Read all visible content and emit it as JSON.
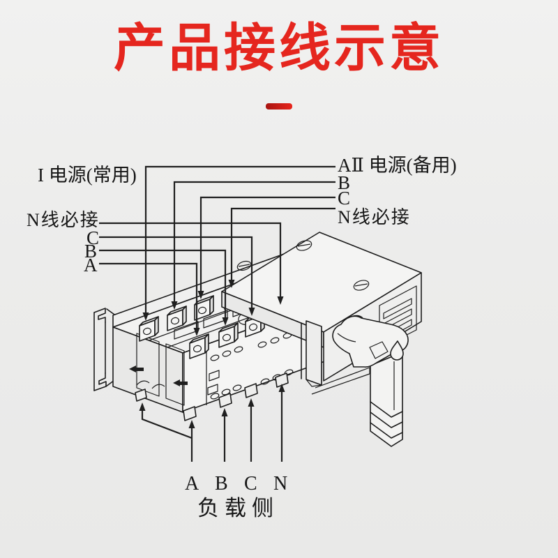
{
  "header": {
    "title": "产品接线示意",
    "accent_color": "#e5261e"
  },
  "diagram": {
    "line_color": "#1c1c1c",
    "source1": {
      "title": "I 电源(常用)",
      "n": "N线必接",
      "c": "C",
      "b": "B",
      "a": "A"
    },
    "source2": {
      "title": "AⅡ 电源(备用)",
      "b": "B",
      "c": "C",
      "n": "N线必接"
    },
    "load": {
      "a": "A",
      "b": "B",
      "c": "C",
      "n": "N",
      "title": "负载侧"
    }
  }
}
